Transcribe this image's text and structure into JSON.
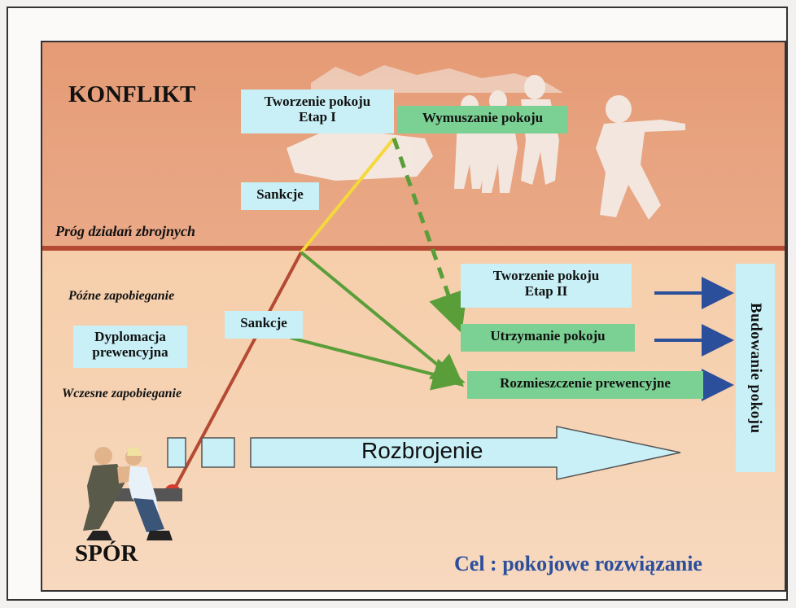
{
  "zones": {
    "conflict_label": "KONFLIKT",
    "dispute_label": "SPÓR",
    "threshold_label": "Próg działań zbrojnych"
  },
  "phases": {
    "late_prevention": "Późne zapobieganie",
    "early_prevention": "Wczesne zapobieganie"
  },
  "boxes": {
    "peacemaking_1": "Tworzenie pokoju\nEtap I",
    "peace_enforcement": "Wymuszanie pokoju",
    "sanctions_top": "Sankcje",
    "sanctions_bottom": "Sankcje",
    "preventive_diplomacy": "Dyplomacja\nprewencyjna",
    "peacemaking_2": "Tworzenie pokoju\nEtap II",
    "peacekeeping": "Utrzymanie  pokoju",
    "preventive_deployment": "Rozmieszczenie prewencyjne",
    "peacebuilding": "Budowanie pokoju"
  },
  "disarmament": "Rozbrojenie",
  "goal": "Cel : pokojowe rozwiązanie",
  "colors": {
    "conflict_zone": "#e8a481",
    "dispute_zone": "#f6d3b4",
    "threshold_line": "#b54a34",
    "cyan_box": "#c8f0f6",
    "green_box": "#7bd093",
    "green_arrow": "#5a9e3a",
    "blue_arrow": "#2c4f9c",
    "goal_text": "#2c4f9c",
    "escalation_line": "#b54a34",
    "yellow_segment": "#f5d83a"
  },
  "icons": [
    "soldiers-silhouette-icon",
    "arm-wrestling-businessmen-icon"
  ]
}
